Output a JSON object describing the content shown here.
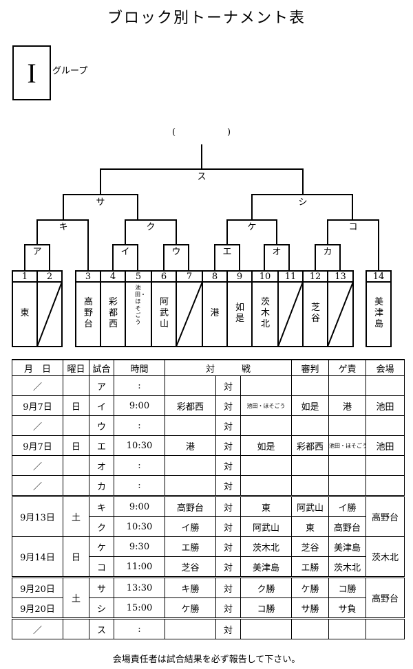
{
  "title": "ブロック別トーナメント表",
  "group": {
    "letter": "I",
    "label": "グループ"
  },
  "final": {
    "paren_open": "(",
    "paren_close": ")",
    "label": "ス"
  },
  "semis": {
    "left": "サ",
    "right": "シ"
  },
  "quarters": {
    "ki": "キ",
    "ku": "ク",
    "ke": "ケ",
    "ko": "コ"
  },
  "first_round": {
    "a": "ア",
    "i": "イ",
    "u": "ウ",
    "e": "エ",
    "o": "オ",
    "ka": "カ"
  },
  "teams": [
    {
      "num": "1",
      "name": "東"
    },
    {
      "num": "2",
      "name": ""
    },
    {
      "num": "3",
      "name": "高野台"
    },
    {
      "num": "4",
      "name": "彩都西"
    },
    {
      "num": "5",
      "name": "池田・ほそごう"
    },
    {
      "num": "6",
      "name": "阿武山"
    },
    {
      "num": "7",
      "name": ""
    },
    {
      "num": "8",
      "name": "港"
    },
    {
      "num": "9",
      "name": "如是"
    },
    {
      "num": "10",
      "name": "茨木北"
    },
    {
      "num": "11",
      "name": ""
    },
    {
      "num": "12",
      "name": "芝谷"
    },
    {
      "num": "13",
      "name": ""
    },
    {
      "num": "14",
      "name": "美津島"
    }
  ],
  "schedule": {
    "headers": {
      "date": "月　日",
      "weekday": "曜日",
      "match": "試合",
      "time": "時間",
      "versus": "対　　　戦",
      "referee": "審判",
      "scorer": "ゲ責",
      "venue": "会場"
    },
    "vs": "対",
    "rows": [
      {
        "date": "／",
        "weekday": "",
        "match": "ア",
        "time": ":",
        "team1": "",
        "team2": "",
        "referee": "",
        "scorer": "",
        "venue": ""
      },
      {
        "date": "9月7日",
        "weekday": "日",
        "match": "イ",
        "time": "9:00",
        "team1": "彩都西",
        "team2": "池田・ほそごう",
        "referee": "如是",
        "scorer": "港",
        "venue": "池田"
      },
      {
        "date": "／",
        "weekday": "",
        "match": "ウ",
        "time": ":",
        "team1": "",
        "team2": "",
        "referee": "",
        "scorer": "",
        "venue": ""
      },
      {
        "date": "9月7日",
        "weekday": "日",
        "match": "エ",
        "time": "10:30",
        "team1": "港",
        "team2": "如是",
        "referee": "彩都西",
        "scorer": "池田・ほそごう",
        "venue": "池田"
      },
      {
        "date": "／",
        "weekday": "",
        "match": "オ",
        "time": ":",
        "team1": "",
        "team2": "",
        "referee": "",
        "scorer": "",
        "venue": ""
      },
      {
        "date": "／",
        "weekday": "",
        "match": "カ",
        "time": ":",
        "team1": "",
        "team2": "",
        "referee": "",
        "scorer": "",
        "venue": ""
      },
      {
        "date": "9月13日",
        "weekday": "土",
        "match": "キ",
        "time": "9:00",
        "team1": "高野台",
        "team2": "東",
        "referee": "阿武山",
        "scorer": "イ勝",
        "venue": "高野台"
      },
      {
        "date": "",
        "weekday": "",
        "match": "ク",
        "time": "10:30",
        "team1": "イ勝",
        "team2": "阿武山",
        "referee": "東",
        "scorer": "高野台",
        "venue": ""
      },
      {
        "date": "9月14日",
        "weekday": "日",
        "match": "ケ",
        "time": "9:30",
        "team1": "エ勝",
        "team2": "茨木北",
        "referee": "芝谷",
        "scorer": "美津島",
        "venue": "茨木北"
      },
      {
        "date": "",
        "weekday": "",
        "match": "コ",
        "time": "11:00",
        "team1": "芝谷",
        "team2": "美津島",
        "referee": "エ勝",
        "scorer": "茨木北",
        "venue": ""
      },
      {
        "date": "9月20日",
        "weekday": "土",
        "match": "サ",
        "time": "13:30",
        "team1": "キ勝",
        "team2": "ク勝",
        "referee": "ケ勝",
        "scorer": "コ勝",
        "venue": "高野台"
      },
      {
        "date": "9月20日",
        "weekday": "",
        "match": "シ",
        "time": "15:00",
        "team1": "ケ勝",
        "team2": "コ勝",
        "referee": "サ勝",
        "scorer": "サ負",
        "venue": ""
      },
      {
        "date": "／",
        "weekday": "",
        "match": "ス",
        "time": ":",
        "team1": "",
        "team2": "",
        "referee": "",
        "scorer": "",
        "venue": ""
      }
    ]
  },
  "footer": "会場責任者は試合結果を必ず報告して下さい。"
}
